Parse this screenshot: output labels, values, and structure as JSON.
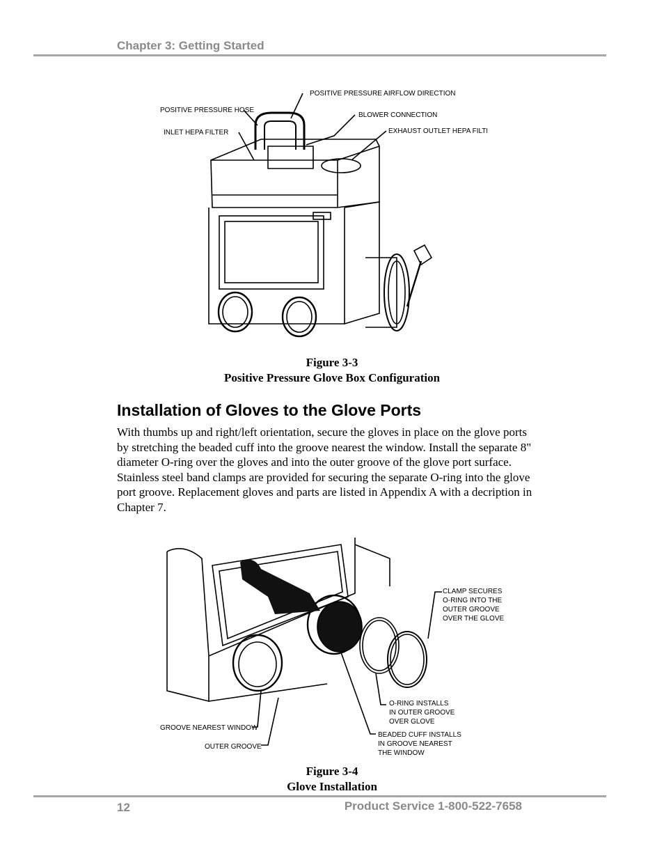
{
  "header": {
    "chapter": "Chapter 3: Getting Started"
  },
  "figure1": {
    "number": "Figure 3-3",
    "title": "Positive Pressure Glove Box Configuration",
    "labels": {
      "airflow": "POSITIVE PRESSURE AIRFLOW DIRECTION",
      "hose": "POSITIVE PRESSURE HOSE",
      "blower": "BLOWER CONNECTION",
      "inlet": "INLET HEPA FILTER",
      "exhaust": "EXHAUST OUTLET HEPA FILTER"
    }
  },
  "section": {
    "heading": "Installation of Gloves to the Glove Ports",
    "body": "With thumbs up and right/left orientation, secure the gloves in place on the glove ports by stretching the beaded cuff into the groove nearest the window. Install the separate 8\" diameter O-ring over the gloves and into the outer groove of the glove port surface.  Stainless steel band clamps are provided for securing the separate O-ring into the glove port groove.  Replacement gloves and parts are listed in Appendix A with a decription in Chapter 7."
  },
  "figure2": {
    "number": "Figure 3-4",
    "title": "Glove Installation",
    "labels": {
      "clamp_1": "CLAMP SECURES",
      "clamp_2": "O-RING INTO THE",
      "clamp_3": "OUTER GROOVE",
      "clamp_4": "OVER THE GLOVE",
      "oring_1": "O-RING INSTALLS",
      "oring_2": "IN OUTER GROOVE",
      "oring_3": "OVER GLOVE",
      "cuff_1": "BEADED CUFF INSTALLS",
      "cuff_2": "IN GROOVE NEAREST",
      "cuff_3": "THE WINDOW",
      "groove_window": "GROOVE NEAREST WINDOW",
      "outer_groove": "OUTER GROOVE"
    }
  },
  "footer": {
    "page": "12",
    "service": "Product Service 1-800-522-7658"
  }
}
